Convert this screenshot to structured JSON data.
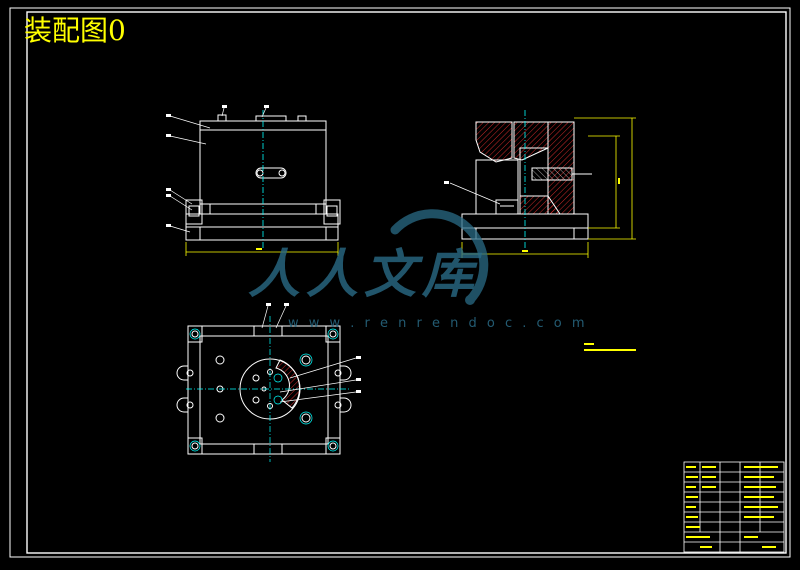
{
  "drawing": {
    "title": "装配图0",
    "watermark": {
      "brand": "人人文库",
      "url": "w w w . r e n r e n d o c . c o m"
    }
  }
}
